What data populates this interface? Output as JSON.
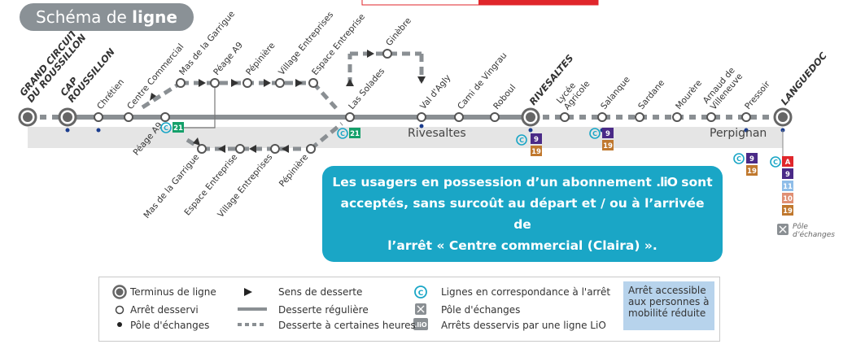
{
  "header": {
    "title_light": "Schéma de ",
    "title_bold": "ligne"
  },
  "city_labels": {
    "rivesaltes": "Rivesaltes",
    "perpignan": "Perpignan"
  },
  "terminus": {
    "grand_circuit": [
      "GRAND CIRCUIT",
      "DU ROUSSILLON"
    ],
    "cap_roussillon": [
      "CAP",
      "ROUSSILLON"
    ],
    "rivesaltes": "RIVESALTES",
    "languedoc": "LANGUEDOC"
  },
  "stops_main": [
    "Chrétien",
    "Centre Commercial",
    "Cami de Vingrau",
    "Roboul",
    "Lycée Agricole",
    "Salanque",
    "Sardane",
    "Mourère",
    "Arnaud de Villeneuve",
    "Pressoir"
  ],
  "stops_upper": [
    "Mas de la Garrigue",
    "Péage A9",
    "Pépinière",
    "Village Entreprises",
    "Espace Entreprise",
    "Las Solades",
    "Ginèbre",
    "Val d'Agly"
  ],
  "stops_lower": [
    "Péage A9",
    "Mas de la Garrigue",
    "Espace Entreprise",
    "Village Entreprises",
    "Pépinière"
  ],
  "connections": {
    "peage_a9": [
      "21"
    ],
    "las_solades": [
      "21"
    ],
    "rivesaltes": [
      "9",
      "19"
    ],
    "salanque": [
      "9",
      "19"
    ],
    "pressoir": [
      "9",
      "19"
    ],
    "languedoc": [
      "A",
      "9",
      "11",
      "10",
      "19"
    ]
  },
  "line_colors": {
    "21": "#15a06a",
    "9": "#4a2a87",
    "19": "#c0782e",
    "A": "#e0262b",
    "11": "#8fbde8",
    "10": "#e08f73"
  },
  "colors": {
    "main_line": "#8a8f93",
    "band": "#e5e5e5",
    "accent": "#1aa6c6",
    "dot": "#1a3c8e"
  },
  "note": {
    "line1_a": "Les usagers en possession d’un abonnement ",
    "lio_mark": ".liO",
    "line1_b": " sont",
    "line2": "acceptés, sans surcoût au départ et / ou à l’arrivée de",
    "line3": "l’arrêt « Centre commercial (Claira) »."
  },
  "pole_echanges_label": [
    "Pôle",
    "d’échanges"
  ],
  "legend": {
    "terminus": "Terminus de ligne",
    "arret": "Arrêt desservi",
    "pole_point": "Pôle d'échanges",
    "sens": "Sens de desserte",
    "reguliere": "Desserte régulière",
    "certaines": "Desserte à certaines heures",
    "correspondance": "Lignes en correspondance à l'arrêt",
    "pole_icon": "Pôle d'échanges",
    "lio": "Arrêts desservis par une ligne LiO",
    "accessible": "Arrêt accessible aux personnes à mobilité réduite"
  }
}
